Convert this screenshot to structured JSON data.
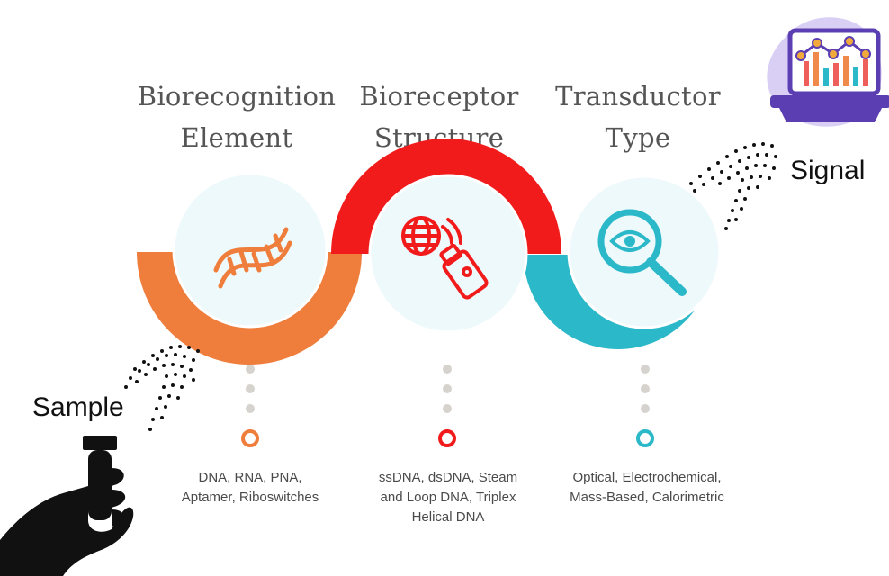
{
  "stages": [
    {
      "title_line1": "Biorecognition",
      "title_line2": "Element",
      "desc_line1": "DNA, RNA, PNA,",
      "desc_line2": "Aptamer, Riboswitches",
      "desc_line3": "",
      "icon": "dna-icon",
      "color": "#ef7d3c"
    },
    {
      "title_line1": "Bioreceptor",
      "title_line2": "Structure",
      "desc_line1": "ssDNA, dsDNA, Steam",
      "desc_line2": "and Loop DNA, Triplex",
      "desc_line3": "Helical DNA",
      "icon": "globe-usb-icon",
      "color": "#f21b1b"
    },
    {
      "title_line1": "Transductor",
      "title_line2": "Type",
      "desc_line1": "Optical, Electrochemical,",
      "desc_line2": "Mass-Based, Calorimetric",
      "desc_line3": "",
      "icon": "magnifier-eye-icon",
      "color": "#2bb8c9"
    }
  ],
  "sample_label": "Sample",
  "signal_label": "Signal",
  "colors": {
    "circle_fill": "#eef9fb",
    "text_dark": "#555555",
    "dots": "#111111",
    "laptop": "#5b3fb2",
    "laptop_blob": "#d9cff5"
  }
}
